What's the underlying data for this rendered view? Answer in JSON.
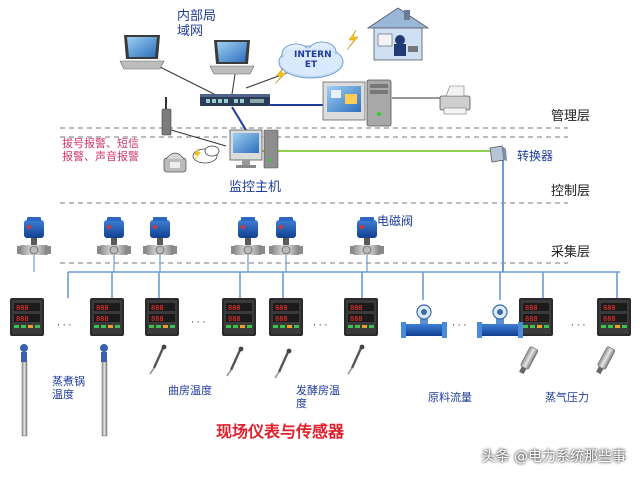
{
  "colors": {
    "backbone": "#1f3c9c",
    "alarm_line": "#8fd14f",
    "dashed_layer": "#7a7a7a",
    "field_bus": "#6c9bd6",
    "title_red": "#e0202c"
  },
  "labels": {
    "lan": "内部局域网",
    "lan_l1": "内部局",
    "lan_l2": "域网",
    "internet_l1": "INTERN",
    "internet_l2": "ET",
    "alarm_l1": "拔号报警、短信",
    "alarm_l2": "报警、声音报警",
    "host": "监控主机",
    "converter": "转换器",
    "valve": "电磁阀",
    "layer_mgmt": "管理层",
    "layer_ctrl": "控制层",
    "layer_collect": "采集层",
    "boiler_l1": "蒸煮锅",
    "boiler_l2": "温度",
    "room_temp": "曲房温度",
    "ferment_l1": "发酵房温",
    "ferment_l2": "度",
    "flow": "原料流量",
    "steam": "蒸气压力",
    "title": "现场仪表与传感器",
    "watermark": "头条 @电力系统那些事",
    "ellipsis": "· · ·"
  },
  "icons": [
    "laptop-icon",
    "switch-icon",
    "internet-cloud-icon",
    "house-icon",
    "workstation-icon",
    "printer-icon",
    "antenna-icon",
    "phone-icon",
    "pc-icon",
    "converter-icon",
    "valve-icon",
    "controller-icon",
    "temperature-probe-icon",
    "flowmeter-icon",
    "pressure-sensor-icon"
  ]
}
